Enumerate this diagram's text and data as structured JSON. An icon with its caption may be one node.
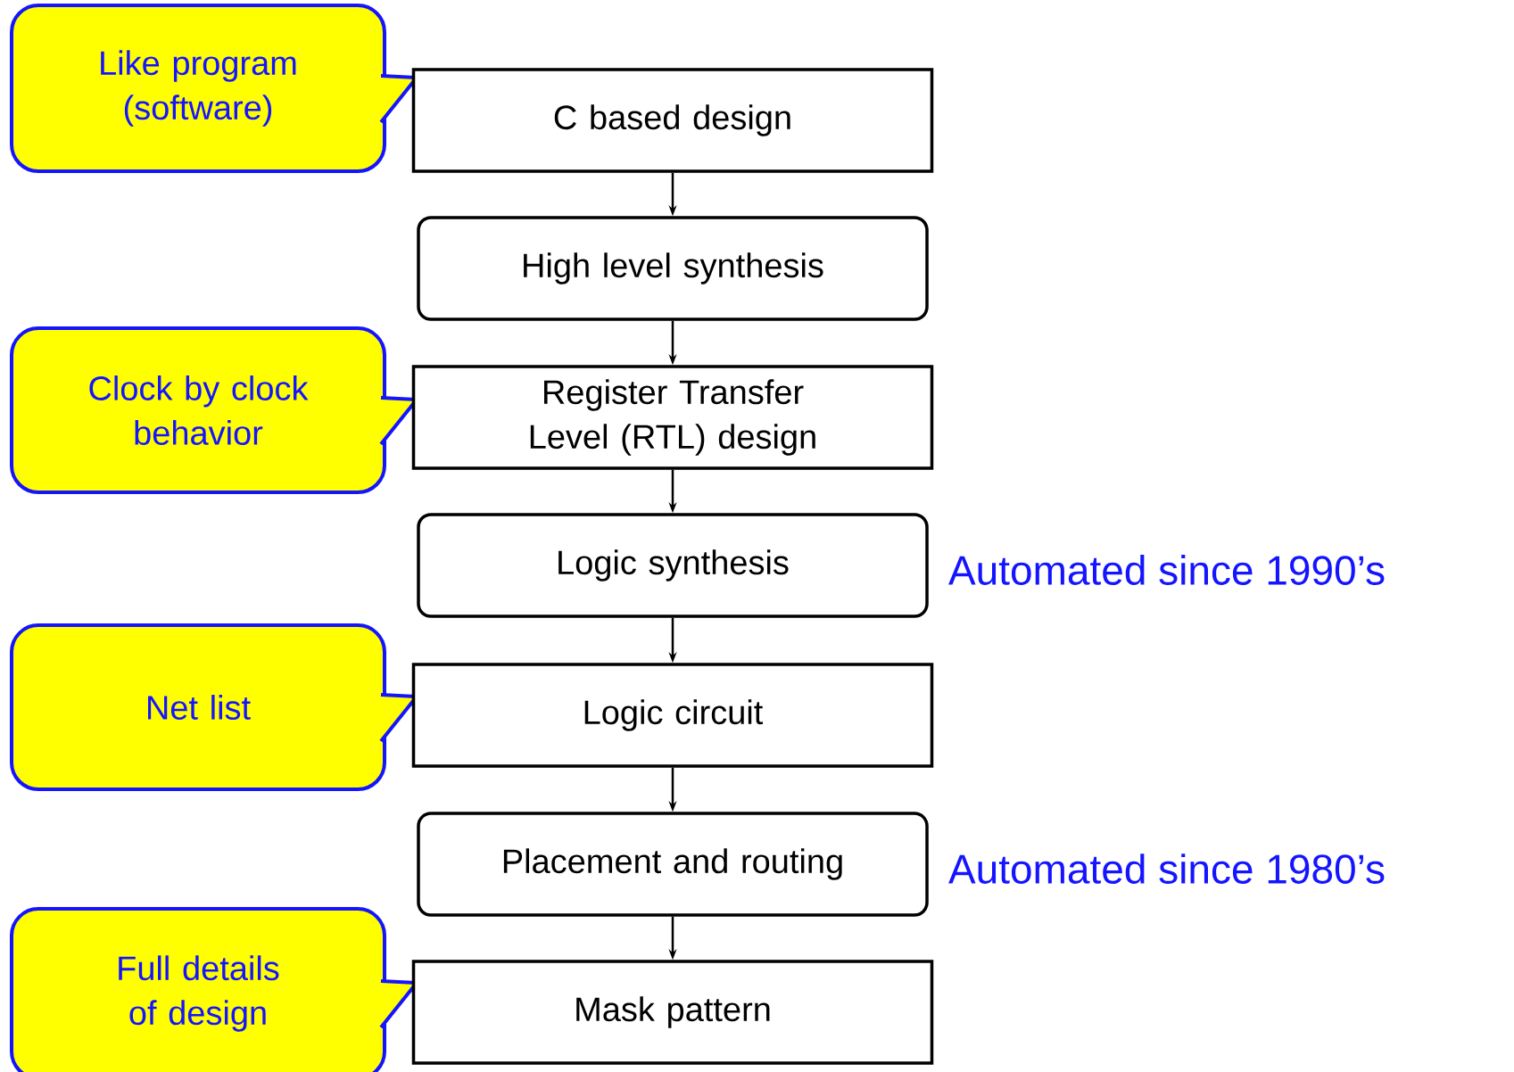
{
  "diagram": {
    "nodes": [
      {
        "text": [
          "Like program (software)"
        ]
      },
      {
        "text": [
          "C based design"
        ]
      },
      {
        "text": [
          "High level synthesis"
        ]
      },
      {
        "text": [
          "Clock by clock behavior"
        ]
      },
      {
        "text": [
          "Register Transfer Level (RTL) design"
        ]
      },
      {
        "text": [
          "Logic synthesis"
        ],
        "beside": [
          "Automated since 1990’s"
        ]
      },
      {
        "text": [
          "Net list"
        ]
      },
      {
        "text": [
          "Logic circuit"
        ]
      },
      {
        "text": [
          "Placement and routing"
        ],
        "beside": [
          "Automated since 1980’s"
        ]
      },
      {
        "text": [
          "Full details of design"
        ]
      },
      {
        "text": [
          "Mask pattern"
        ]
      }
    ],
    "edges": [
      {
        "from": 1,
        "to": 2,
        "arrow": "to"
      },
      {
        "from": 2,
        "to": 4,
        "arrow": "to"
      },
      {
        "from": 4,
        "to": 5,
        "arrow": "to"
      },
      {
        "from": 5,
        "to": 7,
        "arrow": "to"
      },
      {
        "from": 7,
        "to": 8,
        "arrow": "to"
      },
      {
        "from": 8,
        "to": 10,
        "arrow": "to"
      }
    ]
  }
}
